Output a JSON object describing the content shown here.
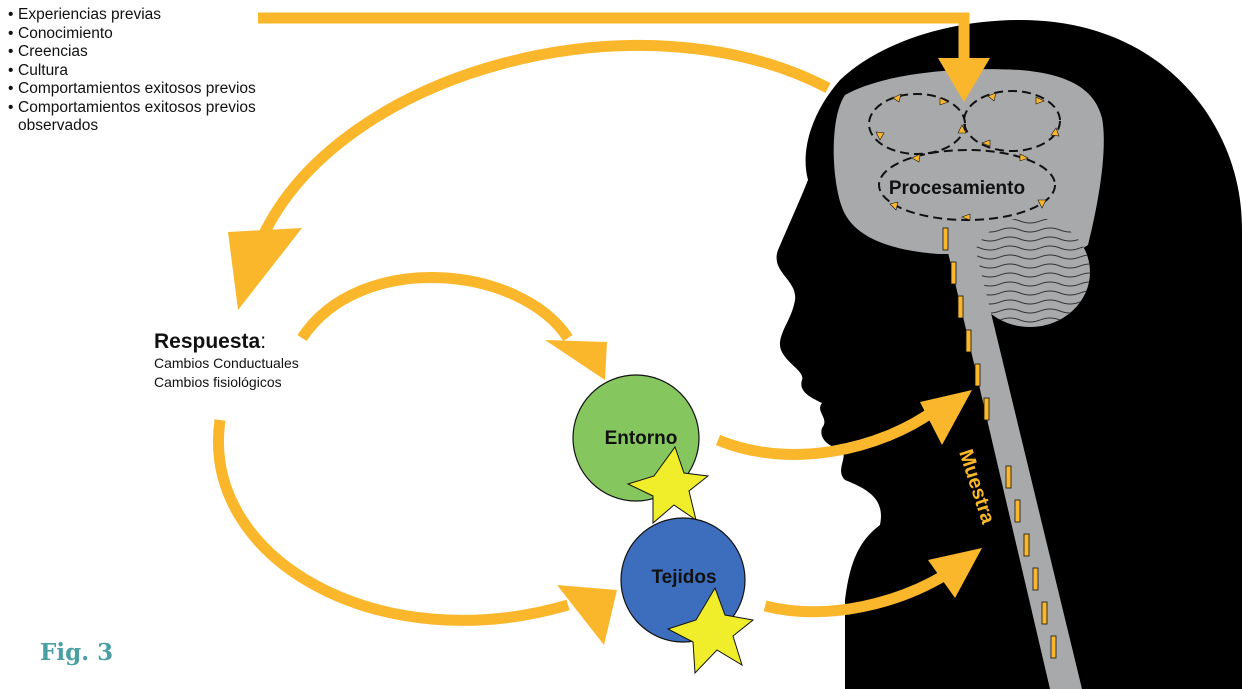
{
  "bullets": [
    "Experiencias previas",
    "Conocimiento",
    "Creencias",
    "Cultura",
    "Comportamientos exitosos previos",
    "Comportamientos exitosos previos observados"
  ],
  "response": {
    "title": "Respuesta",
    "colon": ":",
    "line1": "Cambios Conductuales",
    "line2": "Cambios fisiológicos"
  },
  "nodes": {
    "processing": "Procesamiento",
    "environment": "Entorno",
    "tissues": "Tejidos",
    "sample": "Muestra"
  },
  "figure_label": "Fig. 3",
  "colors": {
    "arrow": "#fbb72b",
    "silhouette": "#000000",
    "brain": "#a8a9ab",
    "environment": "#86c65e",
    "tissues": "#3d6ebd",
    "star": "#f0ee2a",
    "figure_label": "#4a9fa4"
  }
}
